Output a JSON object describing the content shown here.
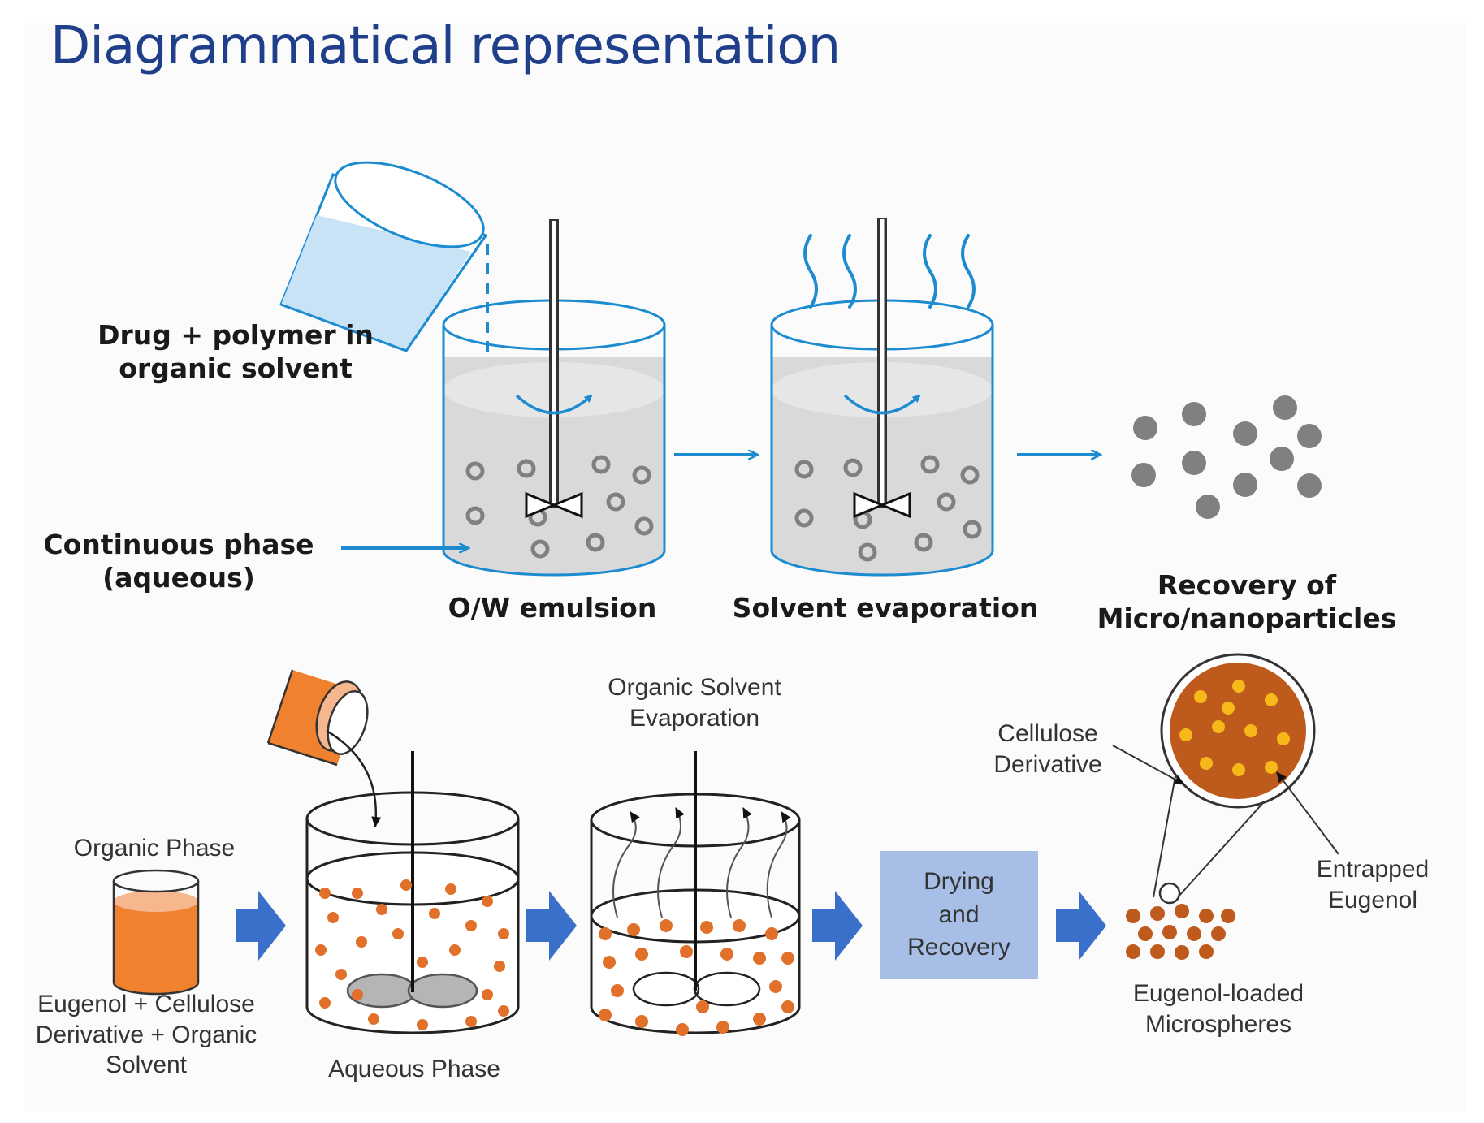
{
  "title": "Diagrammatical representation",
  "top_process": {
    "pour_label": [
      "Drug + polymer in",
      "organic solvent"
    ],
    "continuous_label": [
      "Continuous phase",
      "(aqueous)"
    ],
    "step1_label": "O/W emulsion",
    "step2_label": "Solvent evaporation",
    "step3_label": [
      "Recovery of",
      "Micro/nanoparticles"
    ]
  },
  "bottom_process": {
    "organic_phase_label": "Organic Phase",
    "organic_ingredients": [
      "Eugenol + Cellulose",
      "Derivative + Organic",
      "Solvent"
    ],
    "aqueous_phase_label": "Aqueous Phase",
    "evaporation_label": [
      "Organic Solvent",
      "Evaporation"
    ],
    "drying_box": [
      "Drying",
      "and",
      "Recovery"
    ],
    "cellulose_label": [
      "Cellulose",
      "Derivative"
    ],
    "entrapped_label": [
      "Entrapped",
      "Eugenol"
    ],
    "microspheres_label": [
      "Eugenol-loaded",
      "Microspheres"
    ]
  },
  "colors": {
    "title": "#1f3f8a",
    "accent_blue": "#1c8bd0",
    "liquid_light": "#c9e3f6",
    "emulsion_gray": "#d9d9d9",
    "particle_gray": "#808080",
    "orange": "#e0702a",
    "microsphere_body": "#bf5a1d",
    "eugenol_yellow": "#f6b919",
    "flow_arrow": "#3a6fca",
    "box_fill": "#a7bfe6"
  }
}
